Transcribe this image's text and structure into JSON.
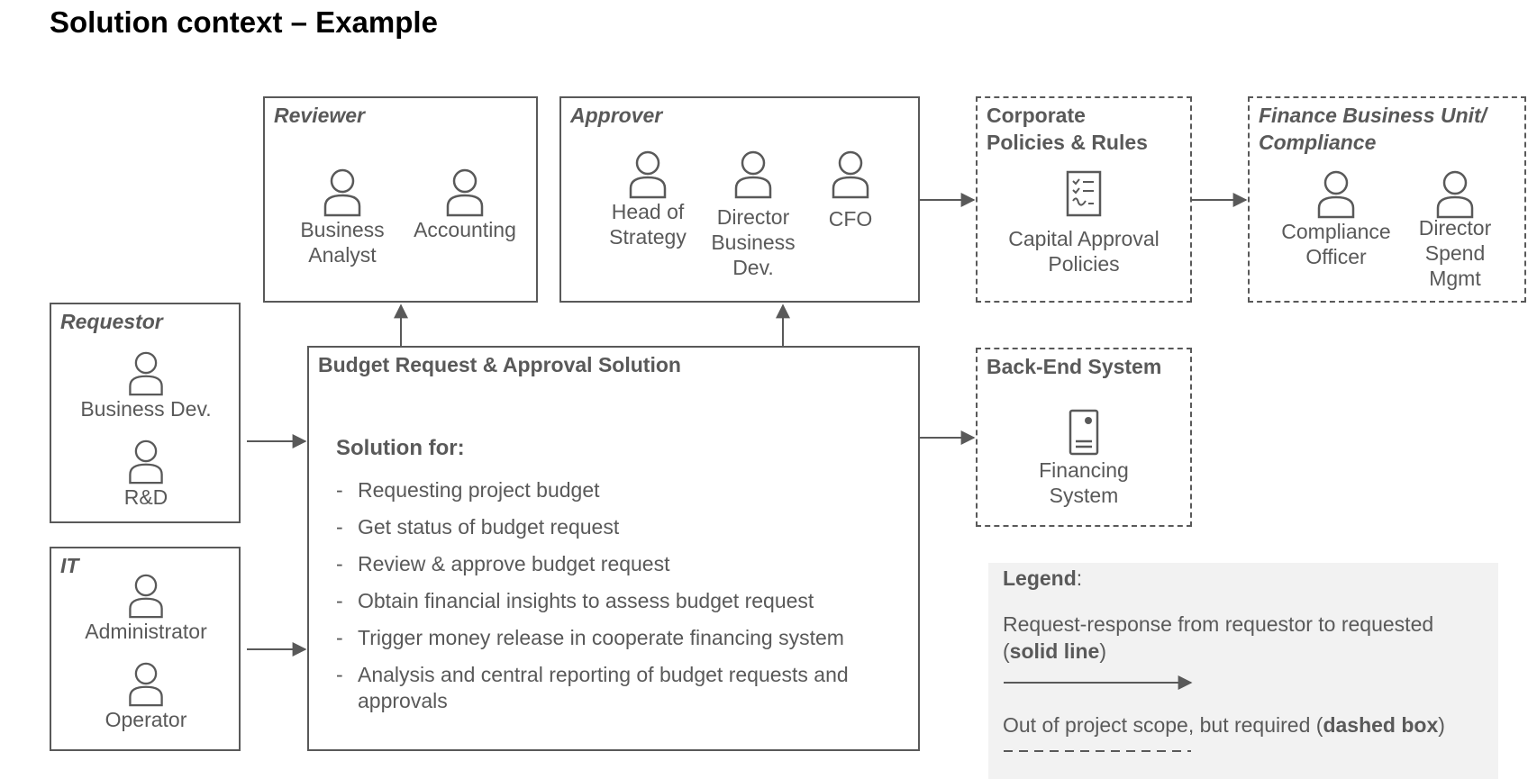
{
  "page_title": "Solution context – Example",
  "reviewer": {
    "title": "Reviewer",
    "actors": [
      "Business\nAnalyst",
      "Accounting"
    ]
  },
  "approver": {
    "title": "Approver",
    "actors": [
      "Head of\nStrategy",
      "Director\nBusiness\nDev.",
      "CFO"
    ]
  },
  "corporate": {
    "title": "Corporate\nPolicies & Rules",
    "item": "Capital Approval\nPolicies",
    "icon": "checklist-icon"
  },
  "finance": {
    "title": "Finance Business Unit/\nCompliance",
    "actors": [
      "Compliance\nOfficer",
      "Director\nSpend\nMgmt"
    ]
  },
  "requestor": {
    "title": "Requestor",
    "actors": [
      "Business Dev.",
      "R&D"
    ]
  },
  "it": {
    "title": "IT",
    "actors": [
      "Administrator",
      "Operator"
    ]
  },
  "solution": {
    "title": "Budget Request & Approval Solution",
    "heading": "Solution for:",
    "items": [
      "Requesting project budget",
      "Get status of budget request",
      "Review & approve budget request",
      "Obtain financial insights to assess budget request",
      "Trigger money release in cooperate financing system",
      "Analysis and central reporting of budget requests and approvals"
    ]
  },
  "backend": {
    "title": "Back-End System",
    "item": "Financing\nSystem",
    "icon": "server-icon"
  },
  "legend": {
    "title": "Legend",
    "solid_text": "Request-response from requestor to requested",
    "solid_label": "solid line",
    "dashed_text": "Out of project scope, but required",
    "dashed_label": "dashed box"
  },
  "colors": {
    "stroke": "#595959",
    "legend_bg": "#f2f2f2",
    "title": "#000000"
  }
}
